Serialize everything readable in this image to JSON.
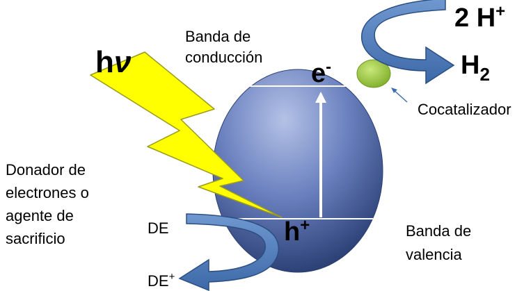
{
  "labels": {
    "photon_h": "h",
    "photon_nu": "ν",
    "conduction_band_line1": "Banda de",
    "conduction_band_line2": "conducción",
    "electron_symbol": "e",
    "electron_charge": "-",
    "hole_symbol": "h",
    "hole_charge": "+",
    "cocatalyst": "Cocatalizador",
    "protons": "2 H",
    "protons_charge": "+",
    "hydrogen": "H",
    "hydrogen_subscript": "2",
    "donor_line1": "Donador de",
    "donor_line2": "electrones  o",
    "donor_line3": "agente de",
    "donor_line4": "sacrificio",
    "donor_reactant": "DE",
    "donor_product": "DE",
    "donor_product_charge": "+",
    "valence_band_line1": "Banda de",
    "valence_band_line2": "valencia"
  },
  "colors": {
    "sphere_light": "#a9b8df",
    "sphere_dark": "#1f3466",
    "arrow_blue": "#4a78b8",
    "arrow_outline": "#2c4f82",
    "lightning_fill": "#ffff00",
    "cocatalyst_green": "#9ccc3c",
    "band_line": "#ffffff"
  }
}
